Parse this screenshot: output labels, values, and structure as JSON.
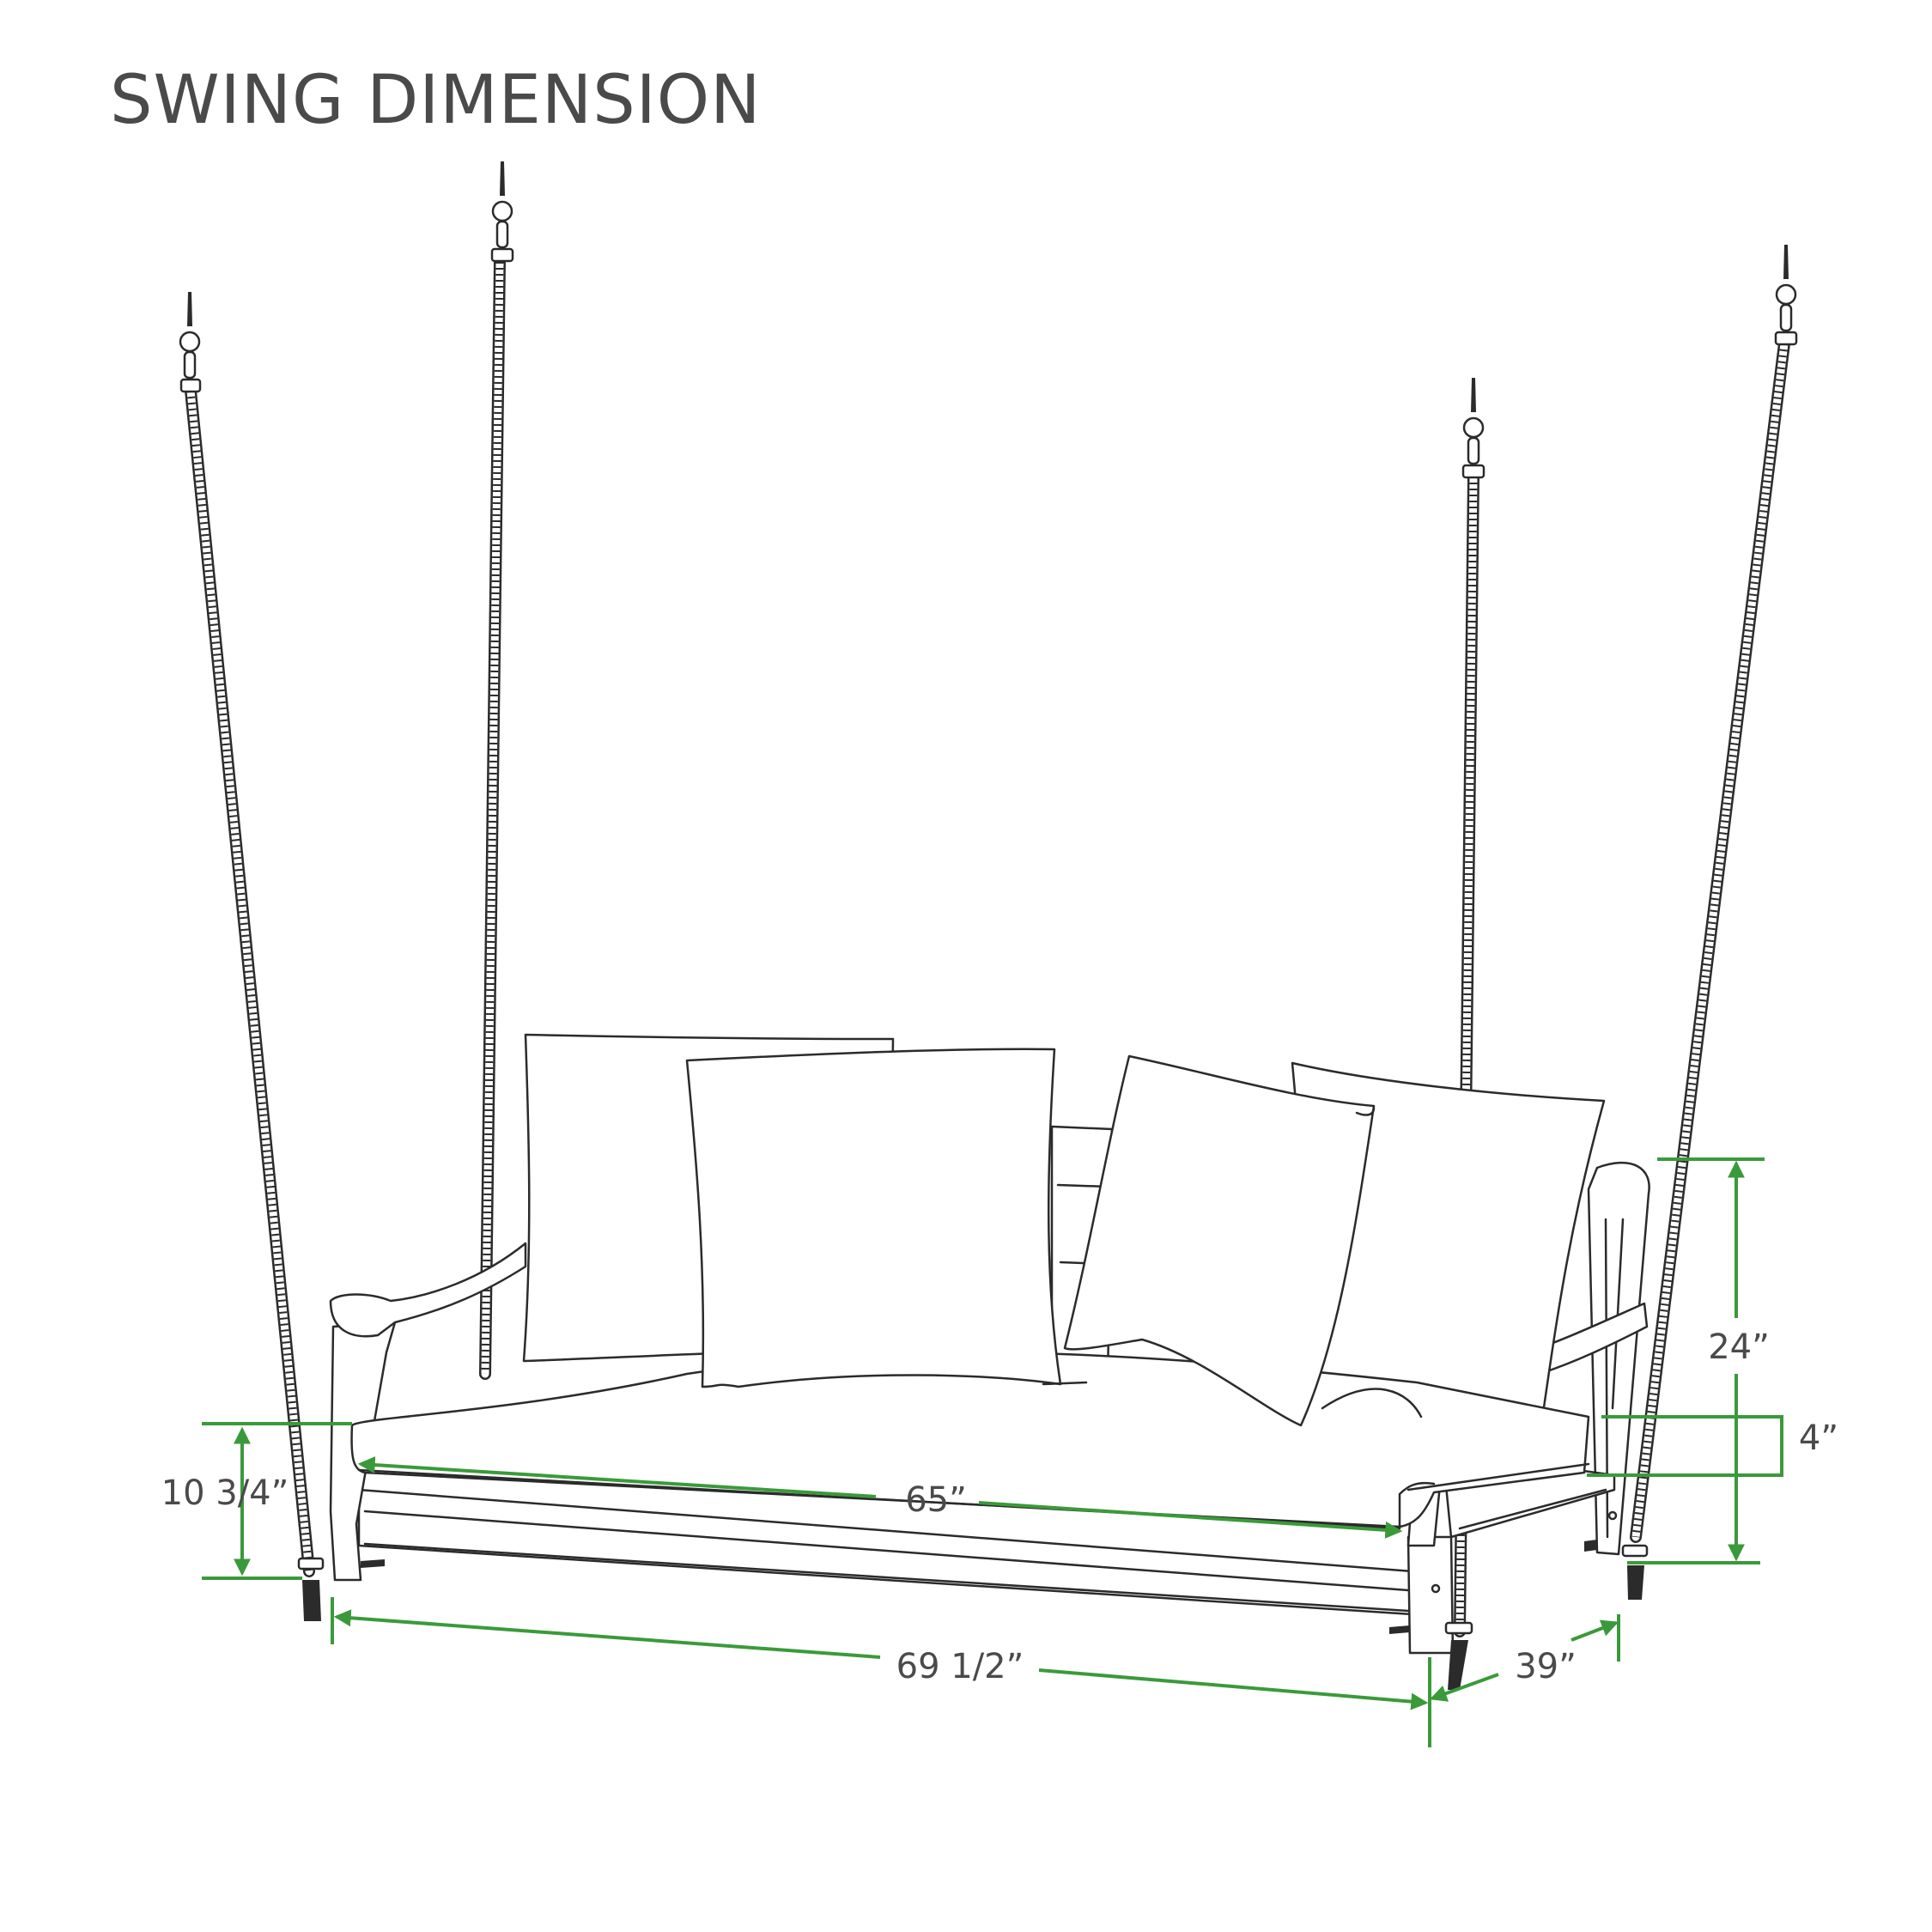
{
  "title": "SWING DIMENSION",
  "dimensions": {
    "seat_width": "65”",
    "overall_width": "69 1/2”",
    "depth": "39”",
    "back_height": "24”",
    "cushion_thickness": "4”",
    "seat_height": "10 3/4”"
  },
  "colors": {
    "dimension_line": "#3a9a3a",
    "line_art": "#2b2b2b",
    "text": "#4a4a4a"
  }
}
